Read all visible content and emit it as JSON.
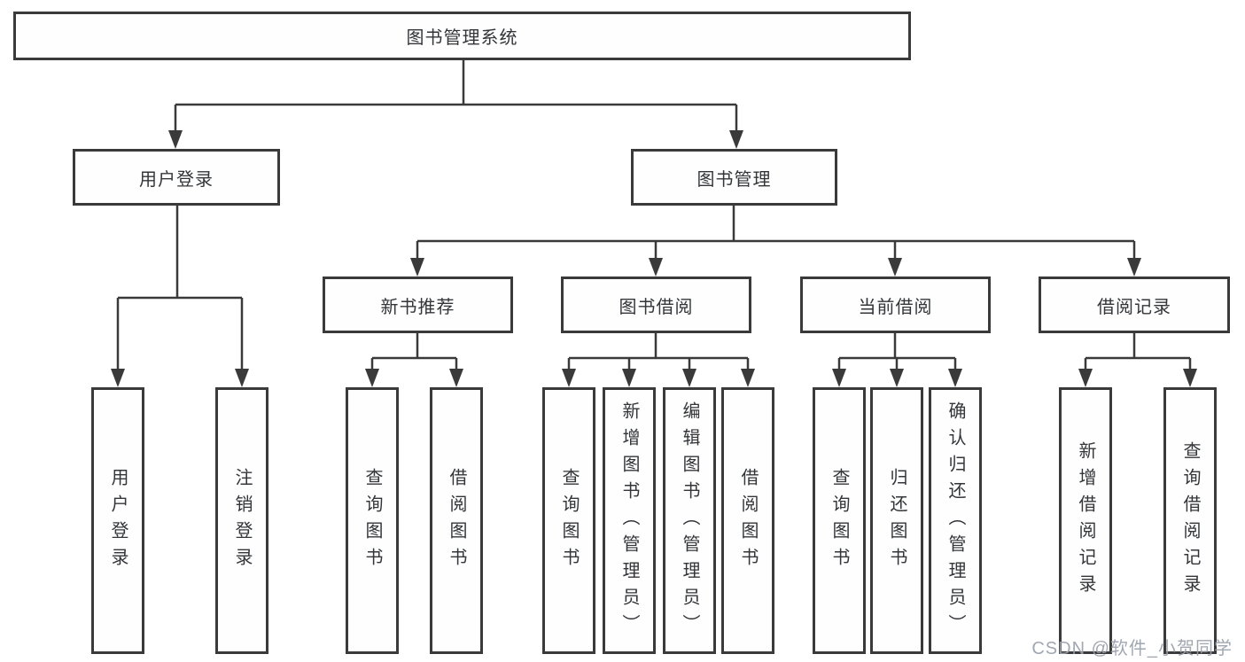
{
  "title": "图书管理系统",
  "level2": [
    {
      "label": "用户登录"
    },
    {
      "label": "图书管理"
    }
  ],
  "level3": [
    {
      "label": "新书推荐"
    },
    {
      "label": "图书借阅"
    },
    {
      "label": "当前借阅"
    },
    {
      "label": "借阅记录"
    }
  ],
  "leaves": {
    "user": [
      "用户登录",
      "注销登录"
    ],
    "newbook": [
      "查询图书",
      "借阅图书"
    ],
    "borrow": [
      "查询图书",
      "新增图书（管理员）",
      "编辑图书（管理员）",
      "借阅图书"
    ],
    "current": [
      "查询图书",
      "归还图书",
      "确认归还（管理员）"
    ],
    "record": [
      "新增借阅记录",
      "查询借阅记录"
    ]
  },
  "watermark": "CSDN @软件_小贺同学",
  "colors": {
    "line": "#3a3a3a",
    "text": "#333539",
    "background": "#ffffff",
    "watermark": "#9aa0ab"
  }
}
